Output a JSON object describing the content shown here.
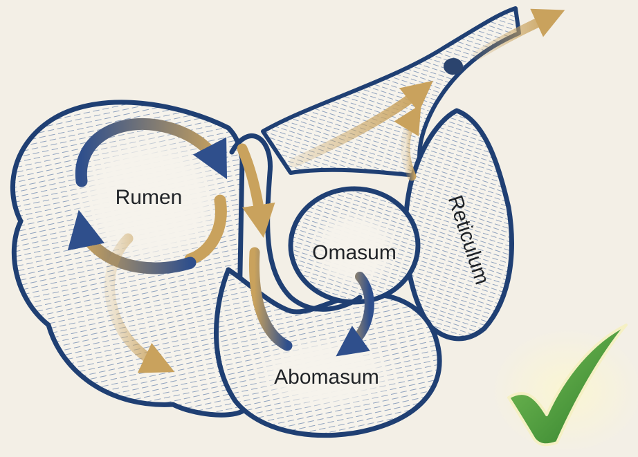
{
  "diagram": {
    "labels": {
      "rumen": "Rumen",
      "reticulum": "Reticulum",
      "omasum": "Omasum",
      "abomasum": "Abomasum"
    }
  },
  "colors": {
    "outline": "#1f3f73",
    "flow_blue": "#2f4f8c",
    "flow_gold": "#c9a25d",
    "background": "#f3efe6",
    "check_green": "#3f9a35",
    "check_highlight": "#f5f0c4"
  },
  "icons": {
    "approval": "checkmark-icon",
    "particle": "food-bolus-icon"
  }
}
